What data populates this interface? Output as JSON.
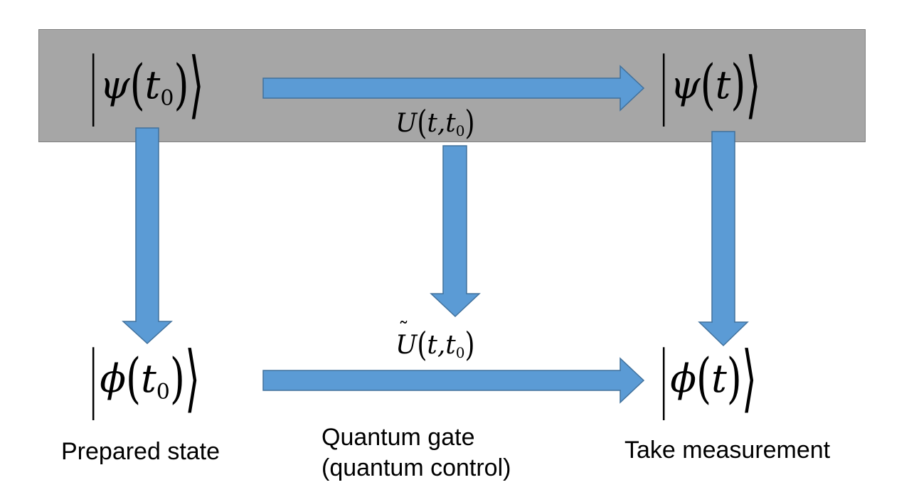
{
  "states": {
    "psi_t0": {
      "symbol": "ψ",
      "arg": "t",
      "sub": "0"
    },
    "psi_t": {
      "symbol": "ψ",
      "arg": "t",
      "sub": ""
    },
    "phi_t0": {
      "symbol": "ϕ",
      "arg": "t",
      "sub": "0"
    },
    "phi_t": {
      "symbol": "ϕ",
      "arg": "t",
      "sub": ""
    }
  },
  "operators": {
    "evolution": {
      "symbol": "U",
      "args": "t,t",
      "sub": "0"
    },
    "controlled": {
      "symbol": "U",
      "tilde": "˜",
      "args": "t,t",
      "sub": "0"
    }
  },
  "captions": {
    "prepared": "Prepared state",
    "gate_line1": "Quantum gate",
    "gate_line2": "(quantum control)",
    "measure": "Take measurement"
  },
  "colors": {
    "arrow_fill": "#5b9bd5",
    "arrow_stroke": "#41719c",
    "panel_fill": "#a6a6a6",
    "panel_stroke": "#7f7f7f"
  }
}
